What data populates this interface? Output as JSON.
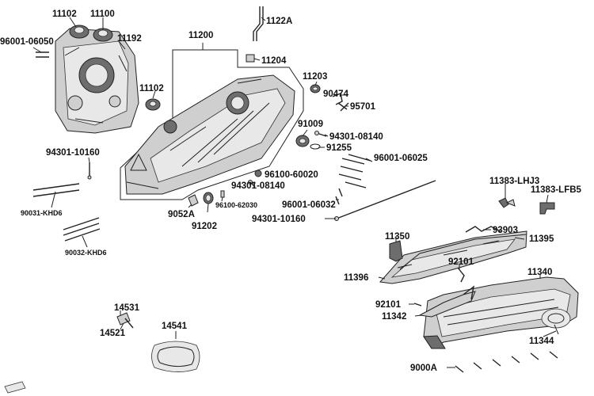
{
  "parts": {
    "p11102a": "11102",
    "p11100": "11100",
    "p96001_06050": "96001-06050",
    "p11192": "11192",
    "p11200": "11200",
    "p1122A": "1122A",
    "p11204": "11204",
    "p11203": "11203",
    "p11102b": "11102",
    "p90474": "90474",
    "p95701": "95701",
    "p91009": "91009",
    "p94301_08140a": "94301-08140",
    "p91255": "91255",
    "p96001_06025": "96001-06025",
    "p94301_10160a": "94301-10160",
    "p96100_60020": "96100-60020",
    "p94301_08140b": "94301-08140",
    "p11383_LHJ3": "11383-LHJ3",
    "p11383_LFB5": "11383-LFB5",
    "p90031": "90031-KHD6",
    "p9052A": "9052A",
    "p96100_62030": "96100-62030",
    "p96001_06032": "96001-06032",
    "p91202": "91202",
    "p94301_10160b": "94301-10160",
    "p90032": "90032-KHD6",
    "p93903": "93903",
    "p11350": "11350",
    "p11395": "11395",
    "p92101a": "92101",
    "p11396": "11396",
    "p11340": "11340",
    "p92101b": "92101",
    "p11342": "11342",
    "p14531": "14531",
    "p14541": "14541",
    "p14521": "14521",
    "p11344": "11344",
    "p9000A": "9000A"
  }
}
